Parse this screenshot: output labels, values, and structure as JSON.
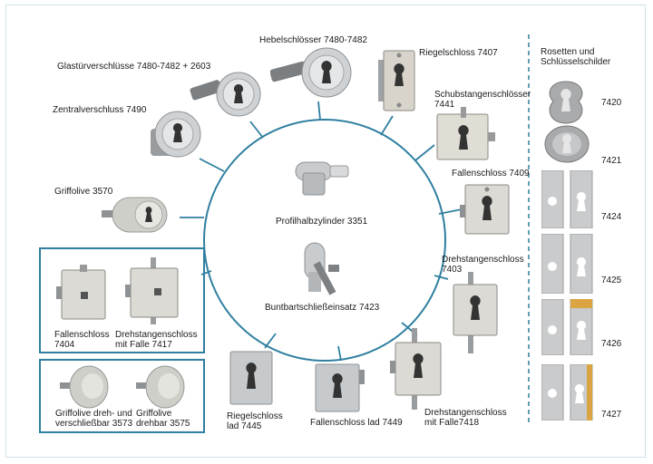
{
  "labels": {
    "hebel": "Hebelschlösser 7480-7482",
    "glastuer": "Glastürverschlüsse 7480-7482 + 2603",
    "riegel7407": "Riegelschloss 7407",
    "schubstange": [
      "Schubstangenschlösser",
      "7441"
    ],
    "zentral": "Zentralverschluss 7490",
    "fallen7409": "Fallenschloss 7409",
    "griffolive": "Griffolive 3570",
    "profil": "Profilhalbzylinder 3351",
    "buntbart": "Buntbartschließeinsatz 7423",
    "drehstange7403": [
      "Drehstangenschloss",
      "7403"
    ],
    "fallen7404": [
      "Fallenschloss",
      "7404"
    ],
    "drehstange7417": [
      "Drehstangenschloss",
      "mit Falle 7417"
    ],
    "griffolive3573": [
      "Griffolive dreh- und",
      "verschließbar 3573"
    ],
    "griffolive3575": [
      "Griffolive",
      "drehbar 3575"
    ],
    "riegel7445": [
      "Riegelschloss",
      "lad 7445"
    ],
    "fallen7449": "Fallenschloss lad 7449",
    "drehstange7418": [
      "Drehstangenschloss",
      "mit Falle7418"
    ]
  },
  "rosetten": {
    "title": [
      "Rosetten und",
      "Schlüsselschilder"
    ],
    "codes": [
      "7420",
      "7421",
      "7424",
      "7425",
      "7426",
      "7427"
    ]
  },
  "colors": {
    "accent": "#2f7fa0",
    "metal": "#bfc2c4",
    "brass": "#d9a441"
  }
}
